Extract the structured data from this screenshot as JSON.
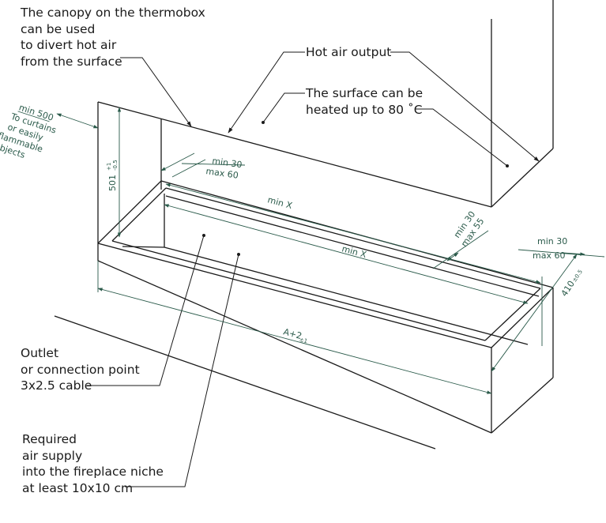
{
  "callouts": {
    "canopy": [
      "The canopy on the thermobox",
      "can be used",
      "to divert hot air",
      "from the surface"
    ],
    "hot_air_output": "Hot air output",
    "surface": [
      "The surface can be",
      "heated up to 80 ˚C"
    ],
    "outlet": [
      "Outlet",
      "or connection point",
      "3x2.5 cable"
    ],
    "air_supply": [
      "Required",
      "air supply",
      "into the fireplace niche",
      "at least 10x10 cm"
    ]
  },
  "dimensions": {
    "clearance": [
      "min 500",
      "To curtains",
      "or easily",
      "flammable",
      "objects"
    ],
    "height": "501",
    "height_tol_upper": "+1",
    "height_tol_lower": "-0.5",
    "back_gap_min": "min 30",
    "back_gap_max": "max 60",
    "inner_length": "min X",
    "outer_length": "min X",
    "front_gap_min": "min 30",
    "front_gap_max": "max 55",
    "side_gap_min": "min 30",
    "side_gap_max": "max 60",
    "depth": "410",
    "depth_tol": "±0.5",
    "total_length": "A+2",
    "total_length_tol": "±1"
  },
  "colors": {
    "line": "#1a1a1a",
    "dimension": "#2a5a4a"
  }
}
